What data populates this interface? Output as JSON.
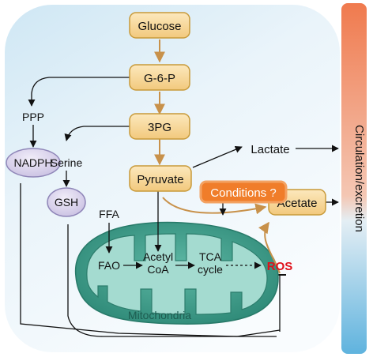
{
  "nodes": {
    "glucose": "Glucose",
    "g6p": "G-6-P",
    "pg3": "3PG",
    "pyruvate": "Pyruvate",
    "acetate": "Acetate",
    "conditions": "Conditions ?",
    "nadph": "NADPH",
    "gsh": "GSH"
  },
  "labels": {
    "ppp": "PPP",
    "serine": "Serine",
    "lactate": "Lactate",
    "ffa": "FFA",
    "fao": "FAO",
    "acetyl_line1": "Acetyl",
    "acetyl_line2": "CoA",
    "tca_line1": "TCA",
    "tca_line2": "cycle",
    "ros": "ROS",
    "mitochondria": "Mitochondria",
    "circulation": "Circulation/excretion"
  },
  "colors": {
    "box_fill": "#f8dca0",
    "box_stroke": "#c89a3a",
    "pathway_arrow": "#c8914a",
    "conditions_fill": "#f07d2a",
    "oval_fill": "#d8d0ec",
    "oval_stroke": "#8f86b8",
    "mito_outer": "#3f9d8c",
    "mito_inner": "#a4dbd0",
    "ros": "#e0101a",
    "bar_top": "#f07a4e",
    "bar_bottom": "#5fb3de"
  }
}
